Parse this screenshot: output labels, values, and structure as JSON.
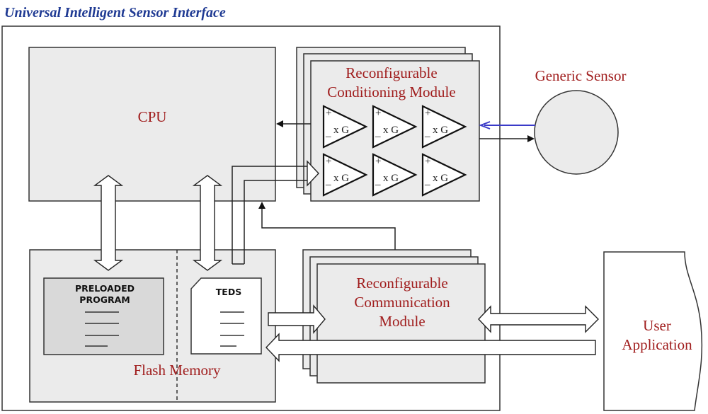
{
  "title": "Universal Intelligent  Sensor Interface",
  "blocks": {
    "cpu": "CPU",
    "conditioning": [
      "Reconfigurable",
      "Conditioning Module"
    ],
    "communication": [
      "Reconfigurable",
      "Communication",
      "Module"
    ],
    "flash": "Flash Memory",
    "preloaded": [
      "PRELOADED",
      "PROGRAM"
    ],
    "teds": "TEDS",
    "sensor": "Generic Sensor",
    "user_app": [
      "User",
      "Application"
    ]
  },
  "amplifier": {
    "plus": "+",
    "minus": "_",
    "gain": "x G"
  },
  "colors": {
    "title": "#1f3a93",
    "label": "#a01d1d",
    "sensor_signal": "#3a3ac8",
    "box_fill": "#ebebeb"
  }
}
